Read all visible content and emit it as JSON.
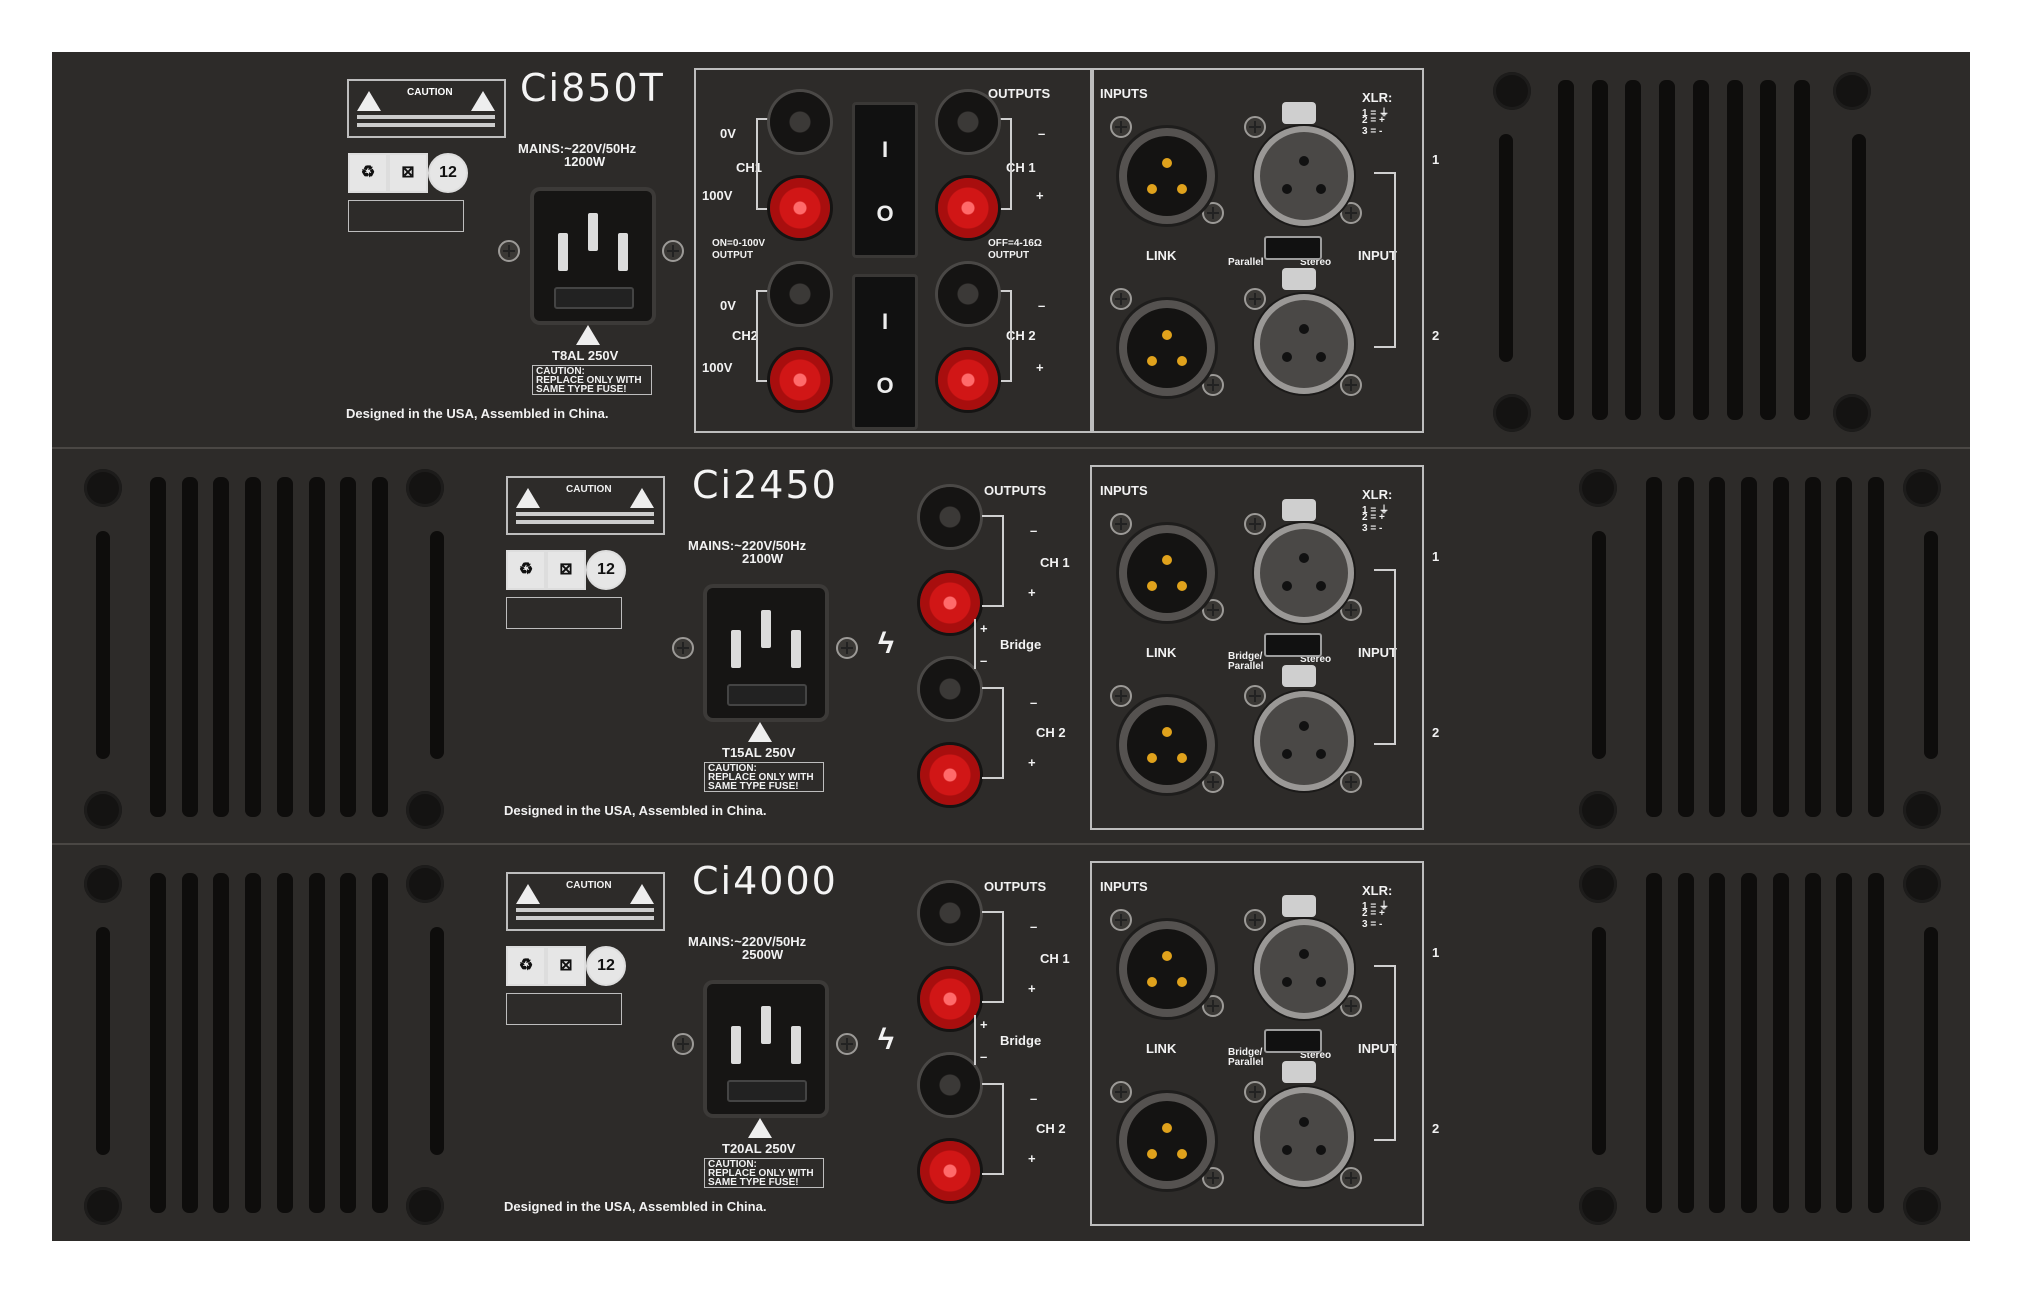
{
  "units": [
    {
      "model": "Ci850T",
      "mains": "MAINS:~220V/50Hz",
      "power": "1200W",
      "fuse": "T8AL 250V",
      "fuse_caution": [
        "CAUTION:",
        "REPLACE ONLY WITH",
        "SAME TYPE FUSE!"
      ],
      "footer": "Designed in the USA, Assembled in China.",
      "outputs_title": "OUTPUTS",
      "ch1": "CH 1",
      "ch2": "CH 2",
      "ch1_left": "CH1",
      "ch2_left": "CH2",
      "ov": "0V",
      "v100": "100V",
      "on_label": [
        "ON=0-100V",
        "OUTPUT"
      ],
      "off_label": [
        "OFF=4-16Ω",
        "OUTPUT"
      ],
      "inputs_title": "INPUTS",
      "link": "LINK",
      "input": "INPUT",
      "xlr": [
        "XLR:",
        "1 = ⏚",
        "2 = +",
        "3 = -"
      ],
      "mode_left": "Parallel",
      "mode_right": "Stereo",
      "row1": "1",
      "row2": "2",
      "plus": "+",
      "minus": "–",
      "rocker_on": "I",
      "rocker_off": "O",
      "caution": "CAUTION"
    },
    {
      "model": "Ci2450",
      "mains": "MAINS:~220V/50Hz",
      "power": "2100W",
      "fuse": "T15AL 250V",
      "fuse_caution": [
        "CAUTION:",
        "REPLACE ONLY WITH",
        "SAME TYPE FUSE!"
      ],
      "footer": "Designed in the USA, Assembled in China.",
      "outputs_title": "OUTPUTS",
      "ch1": "CH 1",
      "ch2": "CH 2",
      "bridge": "Bridge",
      "inputs_title": "INPUTS",
      "link": "LINK",
      "input": "INPUT",
      "xlr": [
        "XLR:",
        "1 = ⏚",
        "2 = +",
        "3 = -"
      ],
      "mode_left": [
        "Bridge/",
        "Parallel"
      ],
      "mode_right": "Stereo",
      "row1": "1",
      "row2": "2",
      "plus": "+",
      "minus": "–",
      "caution": "CAUTION"
    },
    {
      "model": "Ci4000",
      "mains": "MAINS:~220V/50Hz",
      "power": "2500W",
      "fuse": "T20AL 250V",
      "fuse_caution": [
        "CAUTION:",
        "REPLACE ONLY WITH",
        "SAME TYPE FUSE!"
      ],
      "footer": "Designed in the USA, Assembled in China.",
      "outputs_title": "OUTPUTS",
      "ch1": "CH 1",
      "ch2": "CH 2",
      "bridge": "Bridge",
      "inputs_title": "INPUTS",
      "link": "LINK",
      "input": "INPUT",
      "xlr": [
        "XLR:",
        "1 = ⏚",
        "2 = +",
        "3 = -"
      ],
      "mode_left": [
        "Bridge/",
        "Parallel"
      ],
      "mode_right": "Stereo",
      "row1": "1",
      "row2": "2",
      "plus": "+",
      "minus": "–",
      "caution": "CAUTION"
    }
  ],
  "colors": {
    "panel": "#2d2b29",
    "post_red": "#d11616",
    "post_black": "#151413",
    "xlr_pin": "#e0a21c"
  }
}
